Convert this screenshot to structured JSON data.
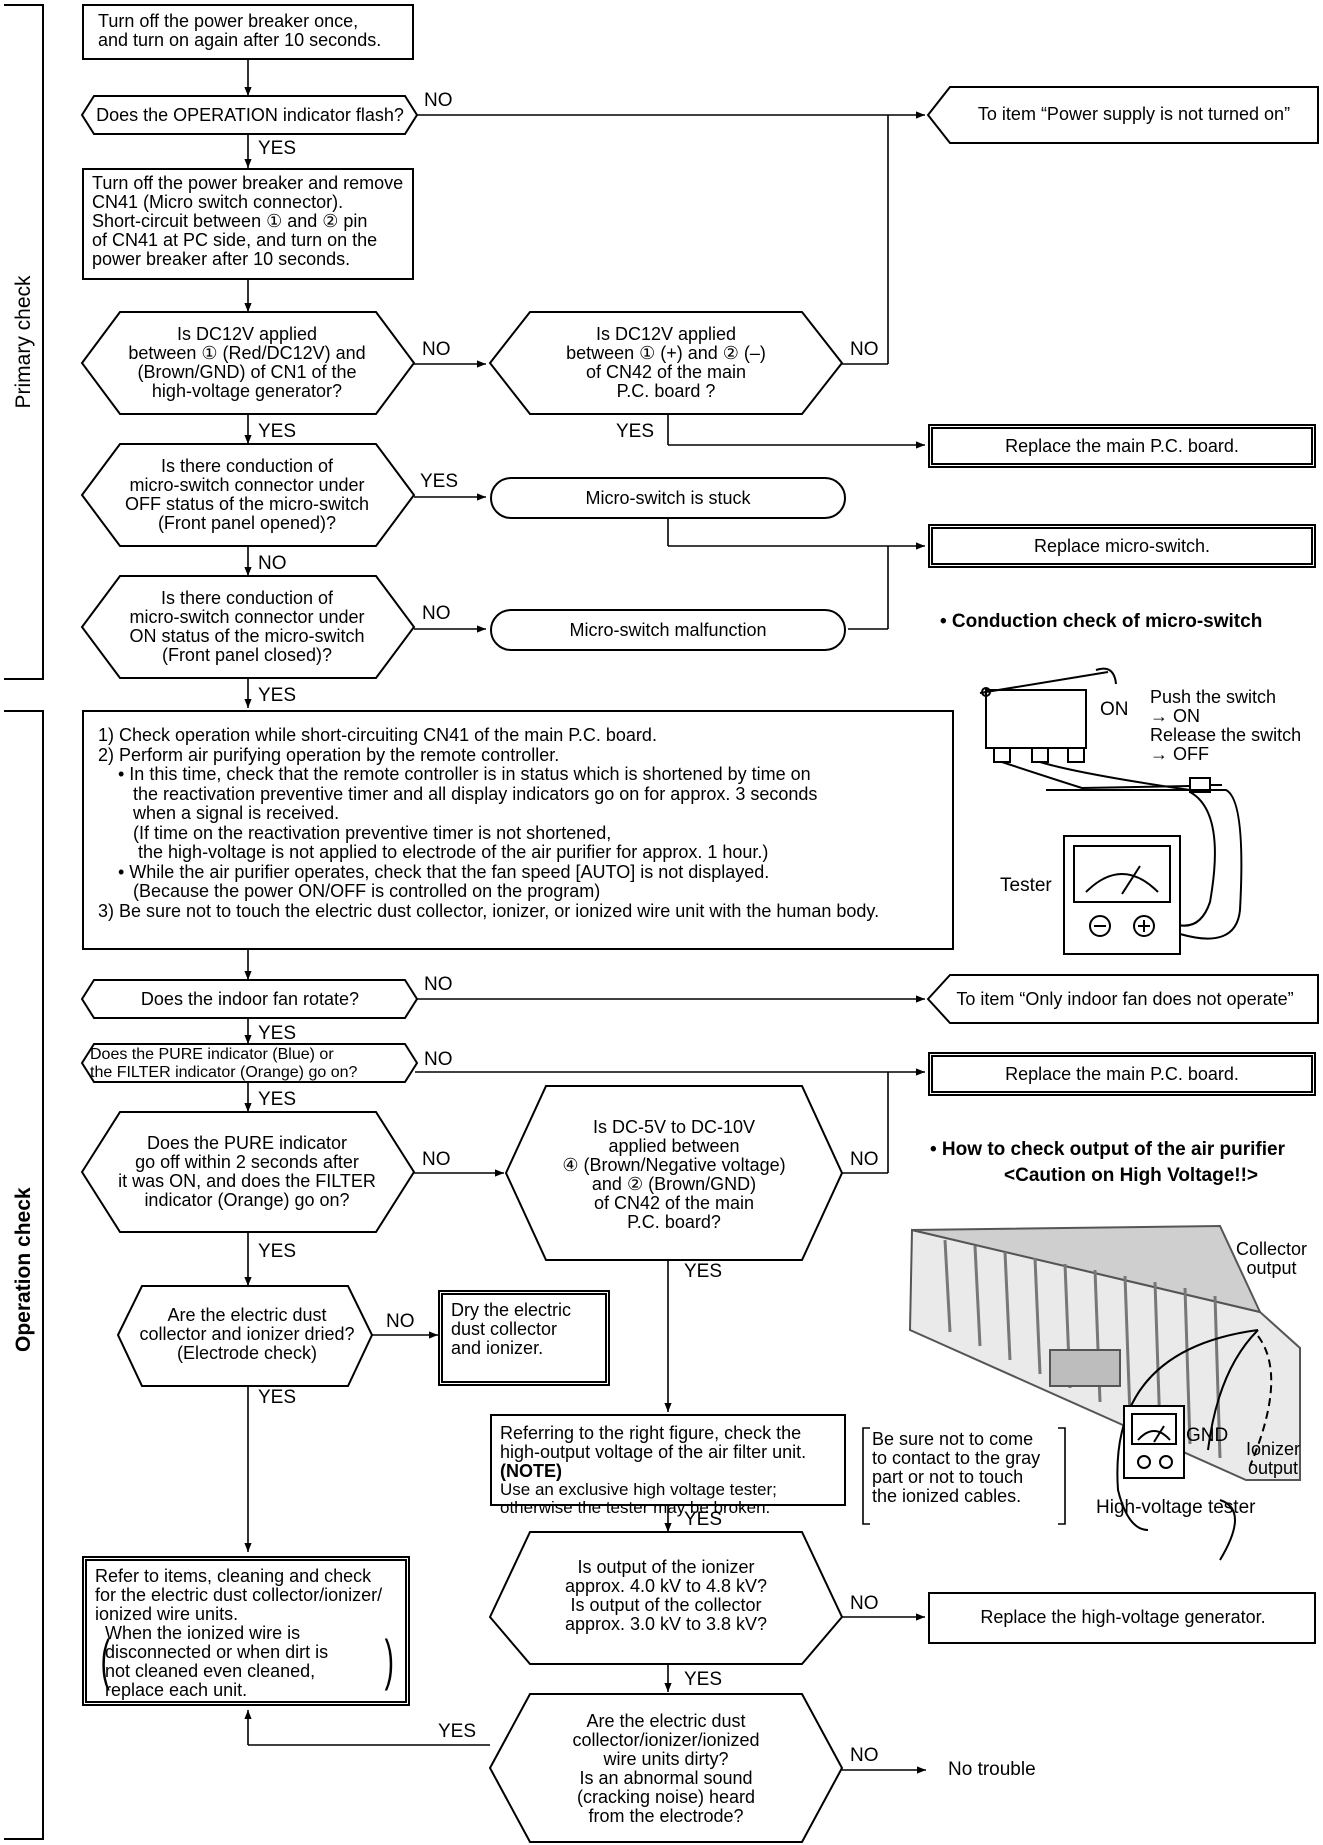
{
  "sections": {
    "primary": "Primary check",
    "operation": "Operation check"
  },
  "labels": {
    "yes": "YES",
    "no": "NO"
  },
  "steps": {
    "s1": "Turn off the power breaker once,\nand turn on again after 10 seconds.",
    "q1": "Does the OPERATION indicator flash?",
    "out_power": "To item “Power supply is not turned on”",
    "s2": "Turn off the power breaker and remove\nCN41 (Micro switch connector).\nShort-circuit between ① and ② pin\nof CN41 at PC side, and turn on the\npower breaker after 10 seconds.",
    "q2": "Is DC12V applied\nbetween ① (Red/DC12V) and\n(Brown/GND) of CN1 of the\nhigh-voltage generator?",
    "q3": "Is DC12V applied\nbetween ① (+) and ② (–)\nof CN42 of the main\nP.C. board ?",
    "out_replace_main_1": "Replace the main P.C. board.",
    "q4": "Is there conduction of\nmicro-switch connector under\nOFF status of the micro-switch\n(Front panel opened)?",
    "r_stuck": "Micro-switch is stuck",
    "out_replace_micro": "Replace micro-switch.",
    "q5": "Is there conduction of\nmicro-switch connector under\nON status of the micro-switch\n(Front panel closed)?",
    "r_malfunction": "Micro-switch malfunction",
    "op_box": "1) Check operation while short-circuiting CN41 of the main P.C. board.\n2) Perform air purifying operation by the remote controller.\n    • In this time, check that the remote controller is in status which is shortened by time on\n       the reactivation preventive timer and all display indicators go on for approx. 3 seconds\n       when a signal is received.\n       (If time on the reactivation preventive timer is not shortened,\n        the high-voltage is not applied to electrode of the air purifier for approx. 1 hour.)\n    • While the air purifier operates, check that the fan speed [AUTO] is not displayed.\n       (Because the power ON/OFF is controlled on the program)\n3) Be sure not to touch the electric dust collector, ionizer, or ionized wire unit with the human body.",
    "q6": "Does the indoor fan rotate?",
    "out_fan": "To item “Only indoor fan does not operate”",
    "q7": "Does the PURE indicator (Blue) or\nthe FILTER indicator (Orange) go on?",
    "out_replace_main_2": "Replace the main P.C. board.",
    "q8": "Does the PURE indicator\ngo off within 2 seconds after\nit was ON, and does the FILTER\nindicator (Orange) go on?",
    "q9": "Is DC-5V to DC-10V\napplied between\n④ (Brown/Negative voltage)\nand ② (Brown/GND)\nof CN42 of the main\nP.C. board?",
    "q10": "Are the electric dust\ncollector and ionizer dried?\n(Electrode check)",
    "r_dry": "Dry the electric\ndust collector\nand ionizer.",
    "s_check": "Referring to the right figure, check the\nhigh-output voltage of the air filter unit.",
    "s_note_title": "(NOTE)",
    "s_note": "Use an exclusive high voltage tester;\notherwise the tester may be broken.",
    "caution": "Be sure not to come\nto contact to the gray\npart or not to touch\nthe ionized cables.",
    "q11": "Is output of the ionizer\napprox. 4.0 kV to 4.8 kV?\nIs output of the collector\napprox. 3.0 kV to 3.8 kV?",
    "out_replace_hv": "Replace the high-voltage generator.",
    "r_refer": "Refer to items, cleaning and check\nfor the electric dust collector/ionizer/\nionized wire units.\n  When the ionized wire is\n  disconnected or when dirt is\n  not cleaned even cleaned,\n  replace each unit.",
    "q12": "Are the electric dust\ncollector/ionizer/ionized\nwire units dirty?\nIs an abnormal sound\n(cracking noise) heard\nfrom the electrode?",
    "out_no_trouble": "No trouble"
  },
  "figures": {
    "micro_title": "•  Conduction check of micro-switch",
    "micro_on": "ON",
    "micro_push": "Push the switch\n→ ON\nRelease the switch\n→ OFF",
    "micro_tester": "Tester",
    "purifier_title_1": "•  How to check output of the air purifier",
    "purifier_title_2": "<Caution on High Voltage!!>",
    "collector": "Collector\noutput",
    "gnd": "GND",
    "ionizer": "Ionizer\noutput",
    "hv_tester": "High-voltage tester"
  }
}
